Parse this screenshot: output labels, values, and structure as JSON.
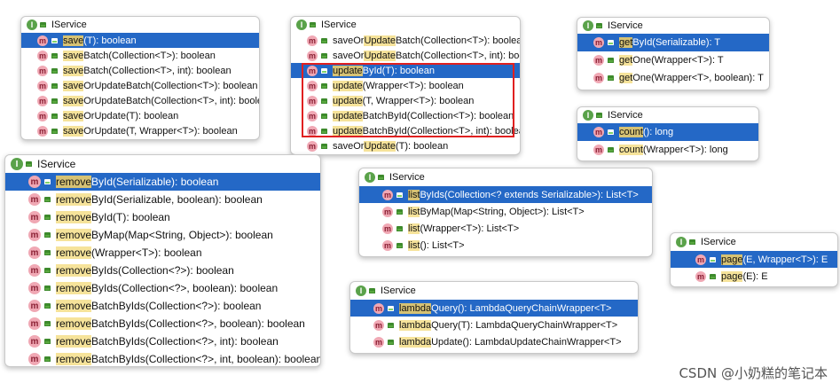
{
  "class_icon_letter": "I",
  "method_icon_letter": "m",
  "watermark": "CSDN @小奶糕的笔记本",
  "colors": {
    "selection": "#2468c6",
    "match_highlight": "#f6e39a",
    "red_box": "#e02020"
  },
  "panels": [
    {
      "id": "p1",
      "title": "IService",
      "rows": [
        {
          "hl": "save",
          "rest": "(T): boolean",
          "selected": true
        },
        {
          "hl": "save",
          "rest": "Batch(Collection<T>): boolean"
        },
        {
          "hl": "save",
          "rest": "Batch(Collection<T>, int): boolean"
        },
        {
          "hl": "save",
          "rest": "OrUpdateBatch(Collection<T>): boolean"
        },
        {
          "hl": "save",
          "rest": "OrUpdateBatch(Collection<T>, int): boolean"
        },
        {
          "hl": "save",
          "rest": "OrUpdate(T): boolean"
        },
        {
          "hl": "save",
          "rest": "OrUpdate(T, Wrapper<T>): boolean"
        }
      ]
    },
    {
      "id": "p2",
      "title": "IService",
      "rows": [
        {
          "pre": "saveOr",
          "hl": "Update",
          "rest": "Batch(Collection<T>): boolean"
        },
        {
          "pre": "saveOr",
          "hl": "Update",
          "rest": "Batch(Collection<T>, int): boolean"
        },
        {
          "hl": "update",
          "rest": "ById(T): boolean",
          "selected": true
        },
        {
          "hl": "update",
          "rest": "(Wrapper<T>): boolean"
        },
        {
          "hl": "update",
          "rest": "(T, Wrapper<T>): boolean"
        },
        {
          "hl": "update",
          "rest": "BatchById(Collection<T>): boolean"
        },
        {
          "hl": "update",
          "rest": "BatchById(Collection<T>, int): boolean"
        },
        {
          "pre": "saveOr",
          "hl": "Update",
          "rest": "(T): boolean"
        }
      ]
    },
    {
      "id": "p3",
      "title": "IService",
      "rows": [
        {
          "hl": "get",
          "rest": "ById(Serializable): T",
          "selected": true
        },
        {
          "hl": "get",
          "rest": "One(Wrapper<T>): T"
        },
        {
          "hl": "get",
          "rest": "One(Wrapper<T>, boolean): T"
        }
      ]
    },
    {
      "id": "p4",
      "title": "IService",
      "rows": [
        {
          "hl": "count",
          "rest": "(): long",
          "selected": true
        },
        {
          "hl": "count",
          "rest": "(Wrapper<T>): long"
        }
      ]
    },
    {
      "id": "p5",
      "title": "IService",
      "rows": [
        {
          "hl": "remove",
          "rest": "ById(Serializable): boolean",
          "selected": true
        },
        {
          "hl": "remove",
          "rest": "ById(Serializable, boolean): boolean"
        },
        {
          "hl": "remove",
          "rest": "ById(T): boolean"
        },
        {
          "hl": "remove",
          "rest": "ByMap(Map<String, Object>): boolean"
        },
        {
          "hl": "remove",
          "rest": "(Wrapper<T>): boolean"
        },
        {
          "hl": "remove",
          "rest": "ByIds(Collection<?>): boolean"
        },
        {
          "hl": "remove",
          "rest": "ByIds(Collection<?>, boolean): boolean"
        },
        {
          "hl": "remove",
          "rest": "BatchByIds(Collection<?>): boolean"
        },
        {
          "hl": "remove",
          "rest": "BatchByIds(Collection<?>, boolean): boolean"
        },
        {
          "hl": "remove",
          "rest": "BatchByIds(Collection<?>, int): boolean"
        },
        {
          "hl": "remove",
          "rest": "BatchByIds(Collection<?>, int, boolean): boolean"
        }
      ]
    },
    {
      "id": "p6",
      "title": "IService",
      "rows": [
        {
          "hl": "list",
          "rest": "ByIds(Collection<? extends Serializable>): List<T>",
          "selected": true
        },
        {
          "hl": "list",
          "rest": "ByMap(Map<String, Object>): List<T>"
        },
        {
          "hl": "list",
          "rest": "(Wrapper<T>): List<T>"
        },
        {
          "hl": "list",
          "rest": "(): List<T>"
        }
      ]
    },
    {
      "id": "p7",
      "title": "IService",
      "rows": [
        {
          "hl": "lambda",
          "rest": "Query(): LambdaQueryChainWrapper<T>",
          "selected": true
        },
        {
          "hl": "lambda",
          "rest": "Query(T): LambdaQueryChainWrapper<T>"
        },
        {
          "hl": "lambda",
          "rest": "Update(): LambdaUpdateChainWrapper<T>"
        }
      ]
    },
    {
      "id": "p8",
      "title": "IService",
      "rows": [
        {
          "hl": "page",
          "rest": "(E, Wrapper<T>): E",
          "selected": true
        },
        {
          "hl": "page",
          "rest": "(E): E"
        }
      ]
    }
  ]
}
